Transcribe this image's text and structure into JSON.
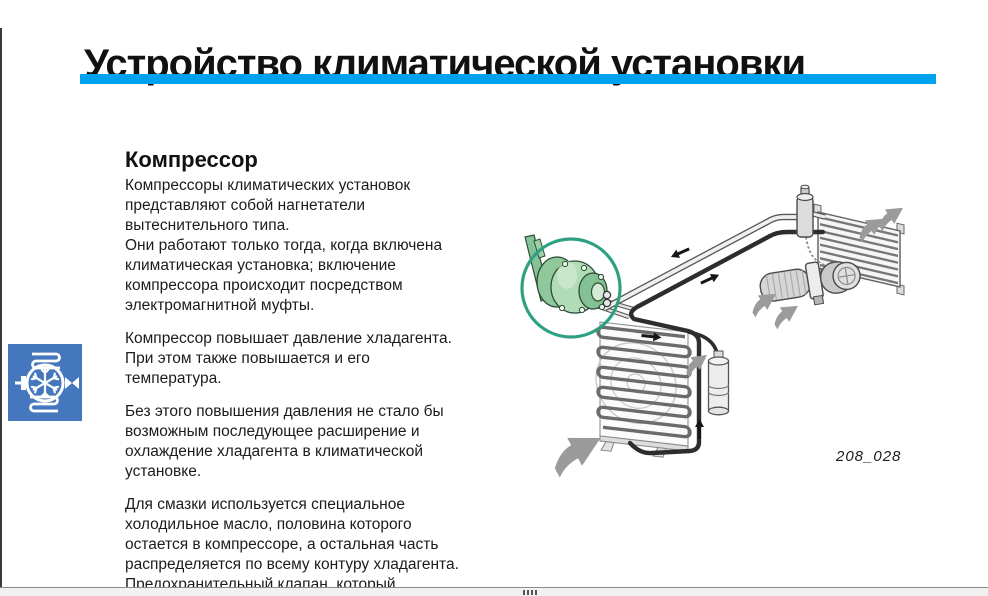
{
  "page": {
    "title": "Устройство климатической установки"
  },
  "colors": {
    "accent_bar": "#00A2F0",
    "icon_background": "#4577BE",
    "highlight_circle": "#2EA183"
  },
  "content": {
    "heading": "Компрессор",
    "paragraphs": [
      "Компрессоры климатических установок\nпредставляют собой нагнетатели\nвытеснительного типа.\nОни работают только тогда, когда включена\nклиматическая установка; включение\nкомпрессора происходит посредством\nэлектромагнитной муфты.",
      "Компрессор повышает давление хладагента.\nПри этом также повышается и его\nтемпература.",
      "Без этого повышения давления не стало бы\nвозможным последующее расширение и\nохлаждение хладагента в климатической\nустановке.",
      "Для смазки используется специальное\nхолодильное масло, половина которого\nостается в компрессоре, а остальная часть\nраспределяется по всему контуру хладагента.\nПредохранительный клапан, который"
    ]
  },
  "sidebar": {
    "icon": "snowflake-refrigerant-circuit-icon"
  },
  "figure": {
    "caption": "208_028",
    "parts": [
      "compressor",
      "condenser",
      "blower",
      "evaporator",
      "receiver-drier",
      "muffler-valve"
    ]
  }
}
